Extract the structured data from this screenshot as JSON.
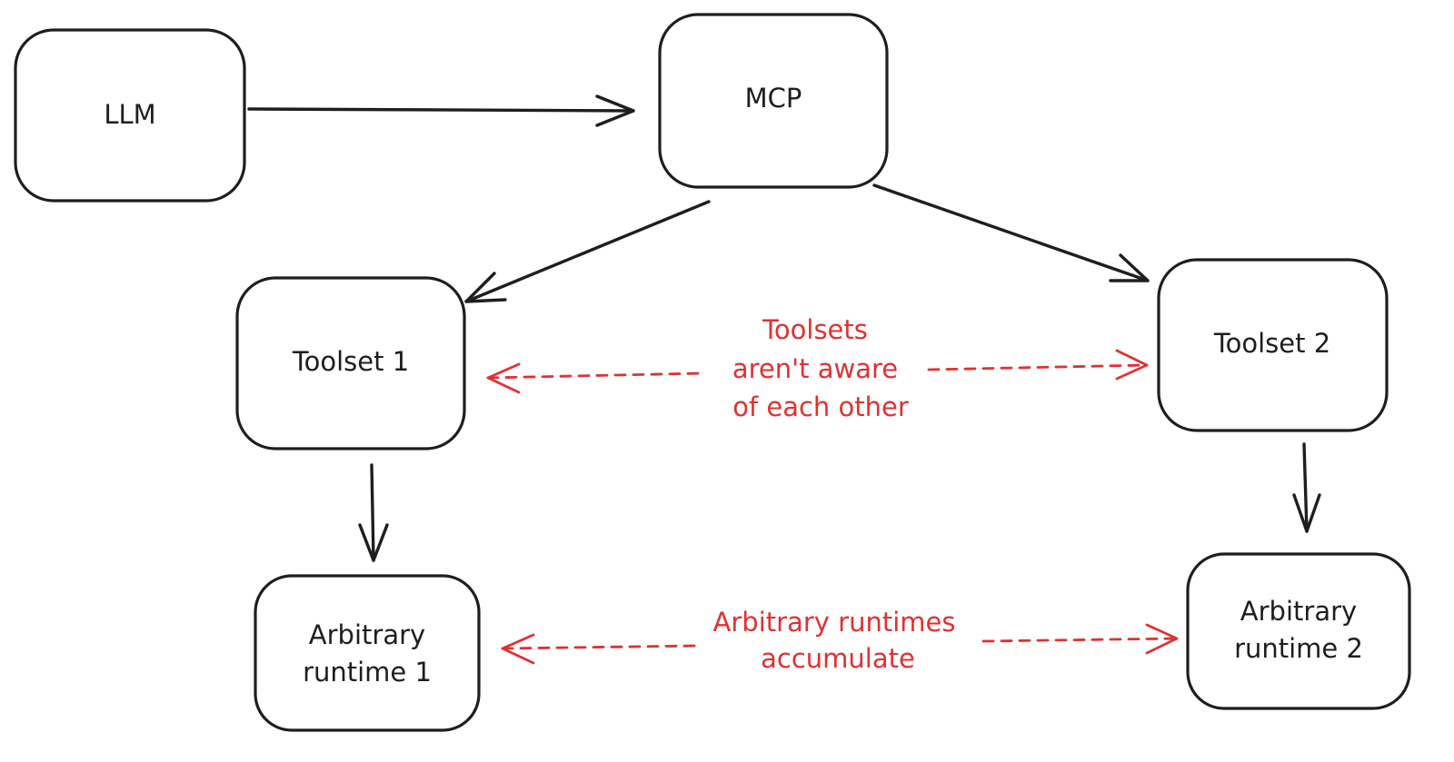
{
  "diagram": {
    "nodes": {
      "llm": {
        "label": "LLM"
      },
      "mcp": {
        "label": "MCP"
      },
      "toolset_1": {
        "label": "Toolset 1"
      },
      "toolset_2": {
        "label": "Toolset 2"
      },
      "runtime_1": {
        "line_1": "Arbitrary",
        "line_2": "runtime 1"
      },
      "runtime_2": {
        "line_1": "Arbitrary",
        "line_2": "runtime 2"
      }
    },
    "edges": [
      {
        "from": "LLM",
        "to": "MCP"
      },
      {
        "from": "MCP",
        "to": "Toolset 1"
      },
      {
        "from": "MCP",
        "to": "Toolset 2"
      },
      {
        "from": "Toolset 1",
        "to": "Arbitrary runtime 1"
      },
      {
        "from": "Toolset 2",
        "to": "Arbitrary runtime 2"
      }
    ],
    "notes": {
      "toolsets": {
        "line_1": "Toolsets",
        "line_2": "aren't aware",
        "line_3": "of each other"
      },
      "runtimes": {
        "line_1": "Arbitrary runtimes",
        "line_2": "accumulate"
      }
    },
    "colors": {
      "stroke": "#1e1e1e",
      "accent": "#e03131",
      "background": "#ffffff"
    }
  }
}
